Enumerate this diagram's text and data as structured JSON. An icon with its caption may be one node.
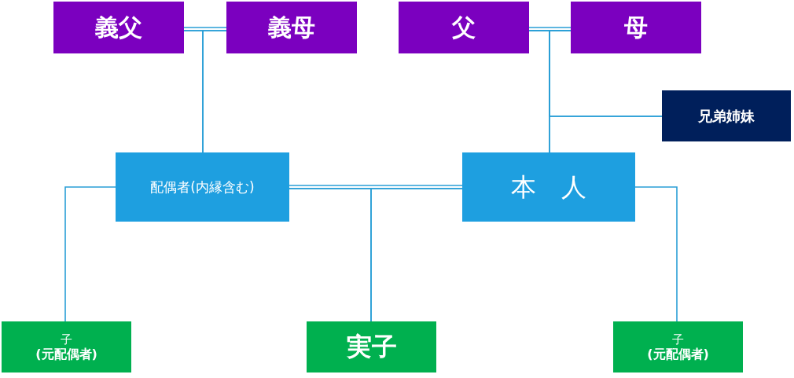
{
  "diagram": {
    "nodes": [
      {
        "text": [
          "義父"
        ]
      },
      {
        "text": [
          "義母"
        ]
      },
      {
        "text": [
          "父"
        ]
      },
      {
        "text": [
          "母"
        ]
      },
      {
        "text": [
          "兄弟姉妹"
        ]
      },
      {
        "text": [
          "配偶者(内縁含む)"
        ]
      },
      {
        "text": [
          "本　人"
        ]
      },
      {
        "text": [
          "子",
          "(元配偶者)"
        ]
      },
      {
        "text": [
          "実子"
        ]
      },
      {
        "text": [
          "子",
          "(元配偶者)"
        ]
      }
    ],
    "edges": [
      {
        "from": 0,
        "to": 1,
        "arrow": "none"
      },
      {
        "from": 0,
        "to": 5,
        "arrow": "none"
      },
      {
        "from": 1,
        "to": 5,
        "arrow": "none"
      },
      {
        "from": 2,
        "to": 3,
        "arrow": "none"
      },
      {
        "from": 2,
        "to": 6,
        "arrow": "none"
      },
      {
        "from": 3,
        "to": 6,
        "arrow": "none"
      },
      {
        "from": 2,
        "to": 4,
        "arrow": "none"
      },
      {
        "from": 3,
        "to": 4,
        "arrow": "none"
      },
      {
        "from": 5,
        "to": 6,
        "arrow": "none"
      },
      {
        "from": 5,
        "to": 8,
        "arrow": "none"
      },
      {
        "from": 6,
        "to": 8,
        "arrow": "none"
      },
      {
        "from": 5,
        "to": 7,
        "arrow": "none"
      },
      {
        "from": 6,
        "to": 9,
        "arrow": "none"
      }
    ]
  }
}
